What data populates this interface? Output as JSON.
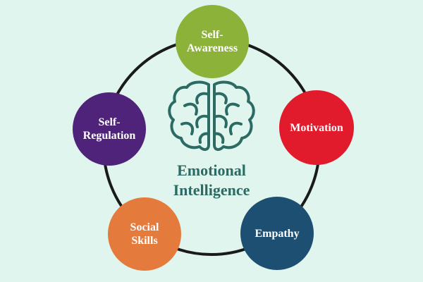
{
  "diagram": {
    "title_line1": "Emotional",
    "title_line2": "Intelligence",
    "icon": "brain-icon",
    "nodes": [
      {
        "id": "self-awareness",
        "line1": "Self-",
        "line2": "Awareness",
        "color": "#8cb23a"
      },
      {
        "id": "motivation",
        "line1": "Motivation",
        "line2": "",
        "color": "#e11b2b"
      },
      {
        "id": "empathy",
        "line1": "Empathy",
        "line2": "",
        "color": "#1d4f72"
      },
      {
        "id": "social-skills",
        "line1": "Social",
        "line2": "Skills",
        "color": "#e57a3d"
      },
      {
        "id": "self-regulation",
        "line1": "Self-",
        "line2": "Regulation",
        "color": "#4f2379"
      }
    ],
    "colors": {
      "background": "#dff5ee",
      "ring": "#1a1a1a",
      "title": "#2b6b63",
      "brain": "#2b6b63"
    }
  }
}
